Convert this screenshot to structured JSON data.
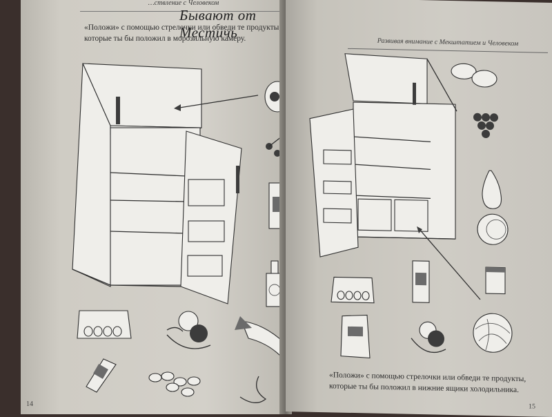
{
  "left_page": {
    "header_banner": "…ствление с Человеком",
    "title": "Бывают от Местичь",
    "instruction": "«Положи» с помощью стрелочки или обведи те продукты, которые ты бы положил в морозильную камеру.",
    "page_number": "14",
    "items": [
      "ham-icon",
      "cherries-icon",
      "milk-carton-icon",
      "bottle-icon",
      "eggs-icon",
      "fruit-bowl-icon",
      "fish-icon",
      "ice-cream-icon",
      "dumplings-icon",
      "sausage-icon"
    ]
  },
  "right_page": {
    "header_banner": "Развивая внимание с Мекштатием и Человеком",
    "instruction": "«Положи» с помощью стрелочки или обведи те продукты, которые ты бы положил в нижние ящики холодильника.",
    "page_number": "15",
    "items": [
      "potatoes-icon",
      "grapes-icon",
      "pear-icon",
      "orange-icon",
      "jar-icon",
      "eggs-icon",
      "milk-carton-icon",
      "flour-bag-icon",
      "fruit-bowl-icon",
      "cabbage-icon"
    ]
  }
}
